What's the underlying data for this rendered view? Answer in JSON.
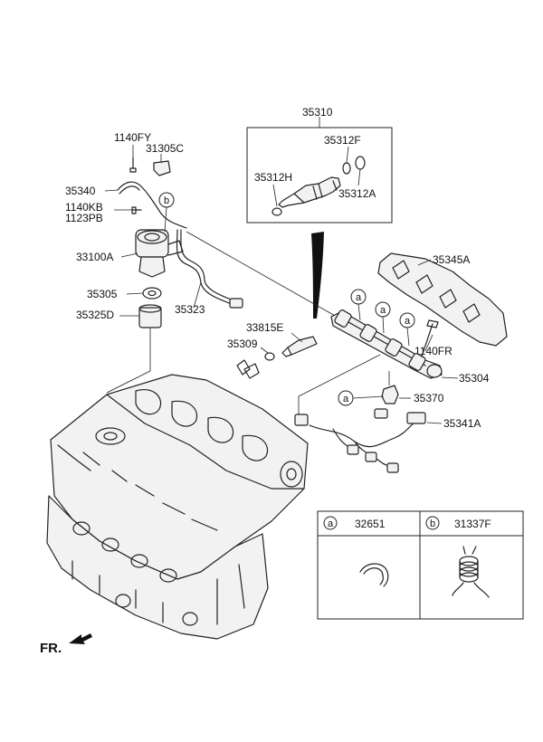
{
  "labels": {
    "p35310": "35310",
    "p35312F": "35312F",
    "p35312H": "35312H",
    "p35312A": "35312A",
    "p1140FY": "1140FY",
    "p31305C": "31305C",
    "p35340": "35340",
    "p1140KB": "1140KB",
    "p1123PB": "1123PB",
    "p33100A": "33100A",
    "p35305": "35305",
    "p35325D": "35325D",
    "p35323": "35323",
    "p33815E": "33815E",
    "p35309": "35309",
    "p35345A": "35345A",
    "p1140FR": "1140FR",
    "p35304": "35304",
    "p35370": "35370",
    "p35341A": "35341A",
    "p32651": "32651",
    "p31337F": "31337F"
  },
  "callouts": {
    "a": "a",
    "b": "b"
  },
  "legend": {
    "a_code": "a",
    "a_part": "32651",
    "b_code": "b",
    "b_part": "31337F"
  },
  "front_marker": "FR."
}
